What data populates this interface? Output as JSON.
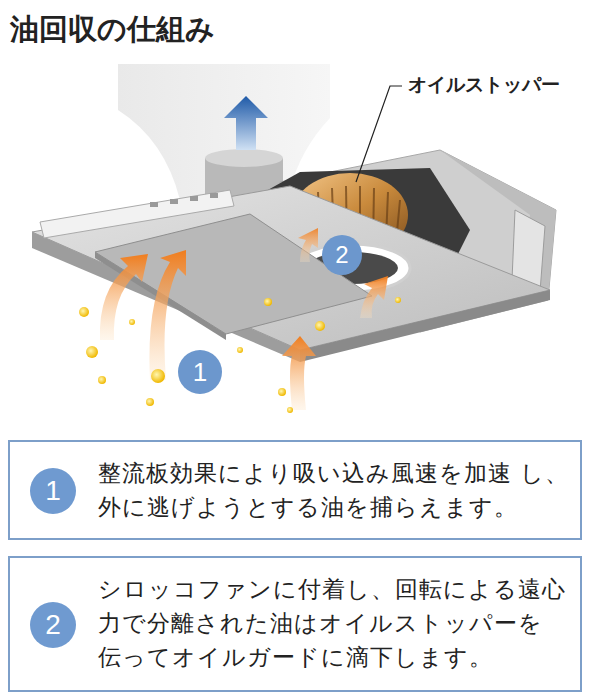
{
  "diagram": {
    "title": "油回収の仕組み",
    "nodes": [
      {
        "text": [
          "2"
        ]
      },
      {
        "text": [
          "1"
        ]
      },
      {
        "text": [
          "整流板効果により吸い込み風速を加速 し、外に逃げようとする油を捕らえます。"
        ]
      },
      {
        "text": [
          "1"
        ],
        "in": 2
      },
      {
        "text": [
          "シロッコファンに付着し、回転による遠心 力で分離された油はオイルストッパーを 伝ってオイルガードに滴下します。"
        ]
      },
      {
        "text": [
          "2"
        ],
        "in": 4
      }
    ],
    "labels": [
      "オイルストッパー"
    ]
  }
}
